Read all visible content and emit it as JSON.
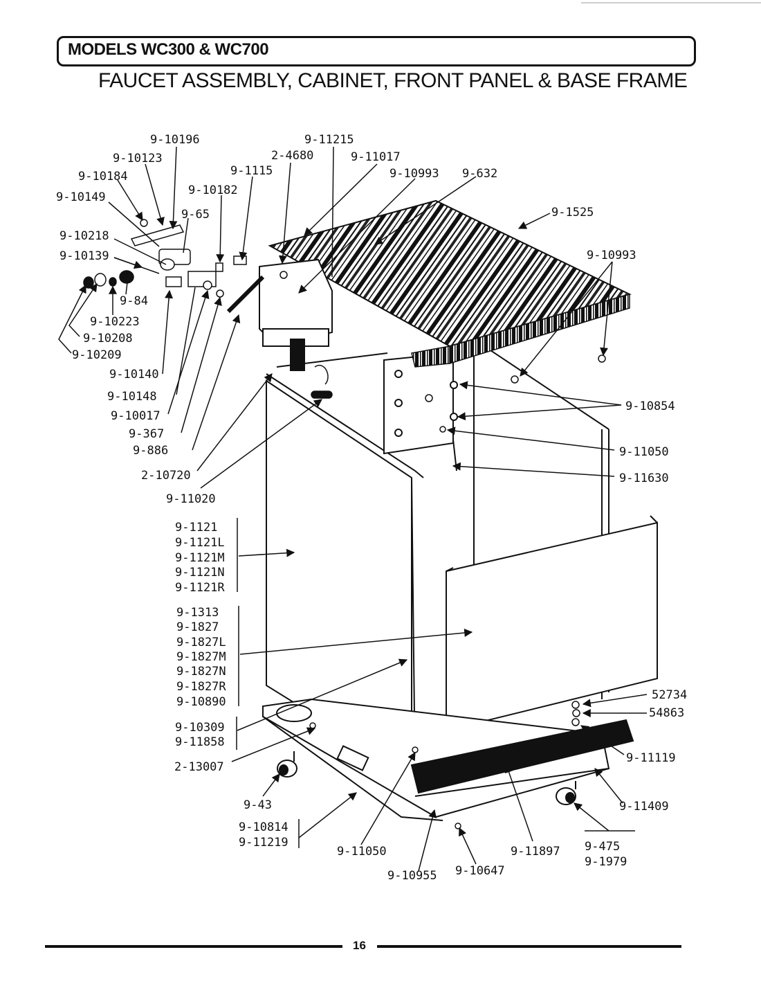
{
  "header": {
    "models": "MODELS WC300 & WC700",
    "subtitle": "FAUCET ASSEMBLY, CABINET, FRONT PANEL & BASE FRAME"
  },
  "footer": {
    "page_number": "16"
  },
  "part_labels": [
    "9-10196",
    "9-11215",
    "9-10123",
    "2-4680",
    "9-11017",
    "9-10184",
    "9-1115",
    "9-10993",
    "9-632",
    "9-10149",
    "9-10182",
    "9-65",
    "9-1525",
    "9-10218",
    "9-10993",
    "9-10139",
    "9-84",
    "9-10223",
    "9-10208",
    "9-10209",
    "9-10140",
    "9-10148",
    "9-10854",
    "9-10017",
    "9-367",
    "9-11050",
    "9-886",
    "2-10720",
    "9-11630",
    "9-11020",
    "9-1121",
    "9-1121L",
    "9-1121M",
    "9-1121N",
    "9-1121R",
    "9-1313",
    "9-1827",
    "9-1827L",
    "9-1827M",
    "9-1827N",
    "9-1827R",
    "9-10890",
    "52734",
    "54863",
    "9-10309",
    "9-11858",
    "2-13007",
    "9-11119",
    "9-43",
    "9-11409",
    "9-10814",
    "9-11219",
    "9-11050",
    "9-11897",
    "9-475",
    "9-1979",
    "9-10955",
    "9-10647"
  ]
}
